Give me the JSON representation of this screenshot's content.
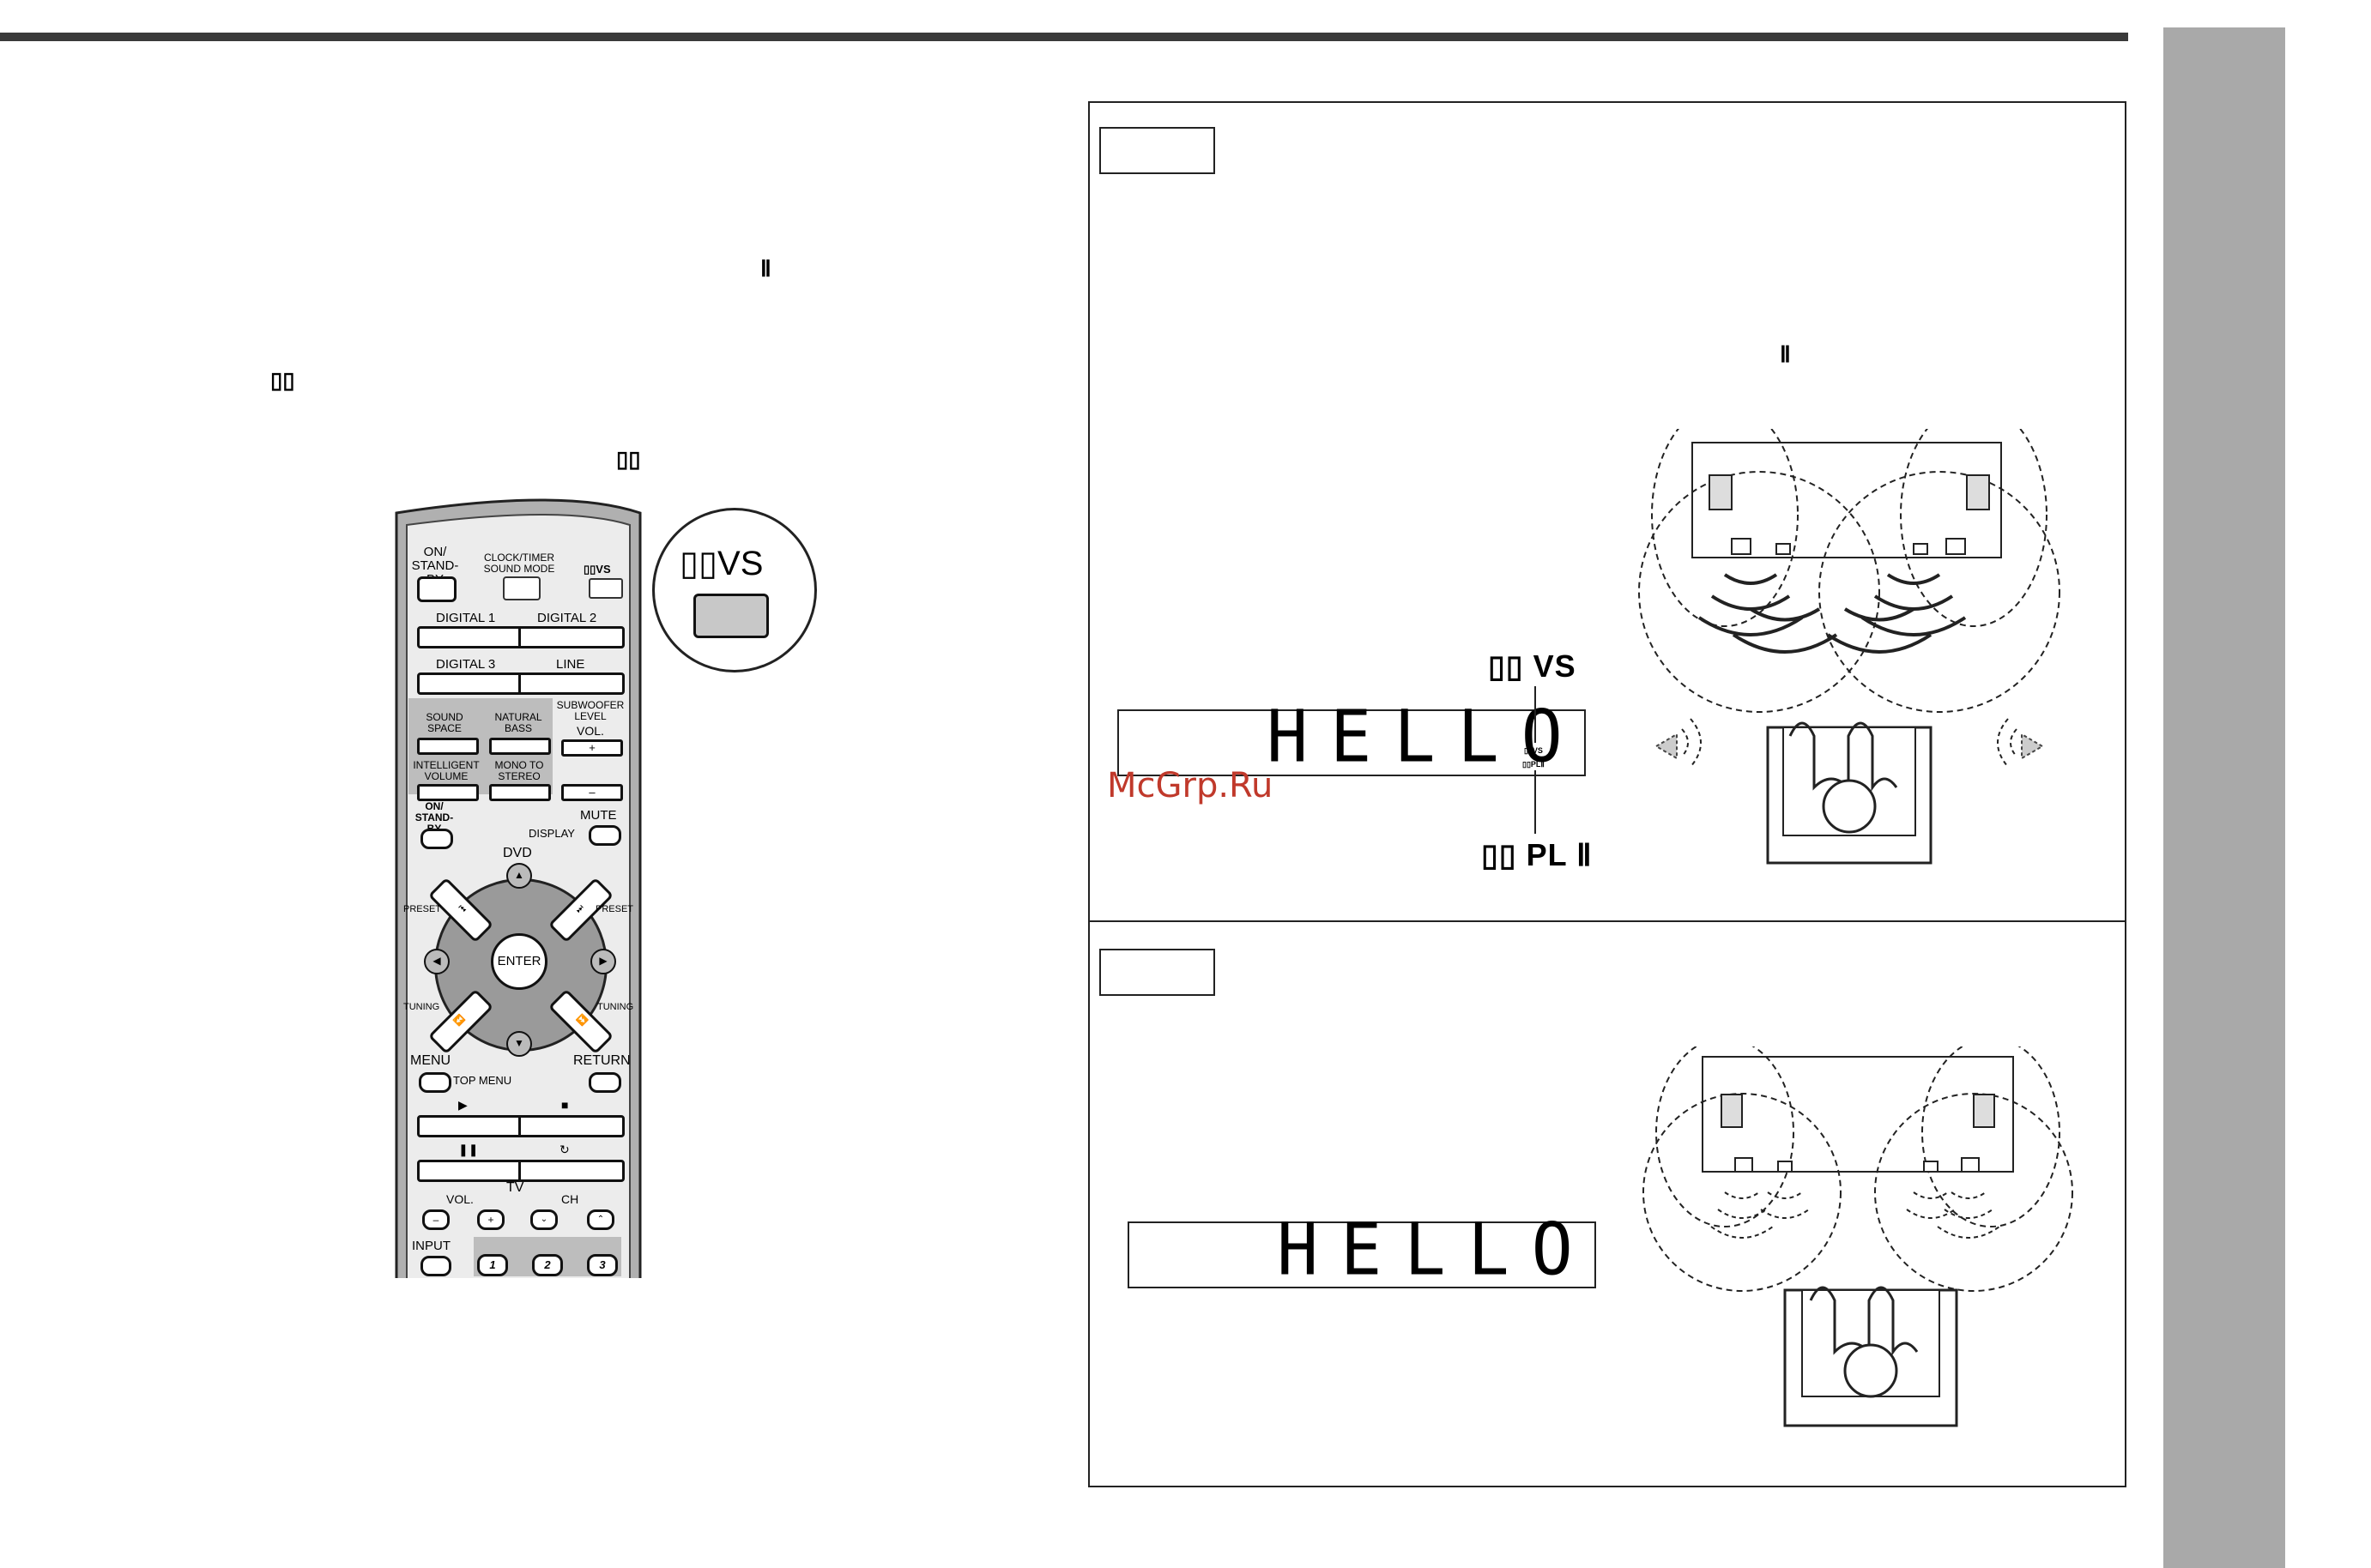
{
  "page": {
    "symbol_pl2": "Ⅱ",
    "symbol_dd_a": "▯▯",
    "symbol_dd_b": "▯▯"
  },
  "remote": {
    "on_standby": "ON/\nSTAND-BY",
    "on": "ON/",
    "standby": "STAND-BY",
    "clock_timer": "CLOCK/TIMER",
    "sound_mode": "SOUND MODE",
    "dd_vs_small": "▯▯VS",
    "digital1": "DIGITAL 1",
    "digital2": "DIGITAL 2",
    "digital3": "DIGITAL 3",
    "line": "LINE",
    "sound_space_1": "SOUND",
    "sound_space_2": "SPACE",
    "natural_bass_1": "NATURAL",
    "natural_bass_2": "BASS",
    "subwoofer_1": "SUBWOOFER",
    "subwoofer_2": "LEVEL",
    "vol": "VOL.",
    "plus": "+",
    "minus": "–",
    "intelligent_1": "INTELLIGENT",
    "intelligent_2": "VOLUME",
    "mono_1": "MONO TO",
    "mono_2": "STEREO",
    "on2": "ON/",
    "standby2": "STAND-BY",
    "display": "DISPLAY",
    "mute": "MUTE",
    "dvd": "DVD",
    "preset": "PRESET",
    "tuning": "TUNING",
    "enter": "ENTER",
    "menu": "MENU",
    "top_menu": "TOP MENU",
    "return": "RETURN",
    "tv": "TV",
    "tv_vol": "VOL.",
    "ch": "CH",
    "input": "INPUT",
    "n1": "1",
    "n2": "2",
    "n3": "3"
  },
  "callout": {
    "label": "▯▯VS"
  },
  "panel1": {
    "pl2_mark": "Ⅱ",
    "dd_vs_label": "▯▯ VS",
    "dd_pl2_label": "▯▯ PL Ⅱ",
    "lcd_text": "HELLO",
    "lcd_small_1": "▯▯VS",
    "lcd_small_2": "▯▯PLⅡ"
  },
  "panel2": {
    "lcd_text": "HELLO"
  },
  "watermark": "McGrp.Ru"
}
